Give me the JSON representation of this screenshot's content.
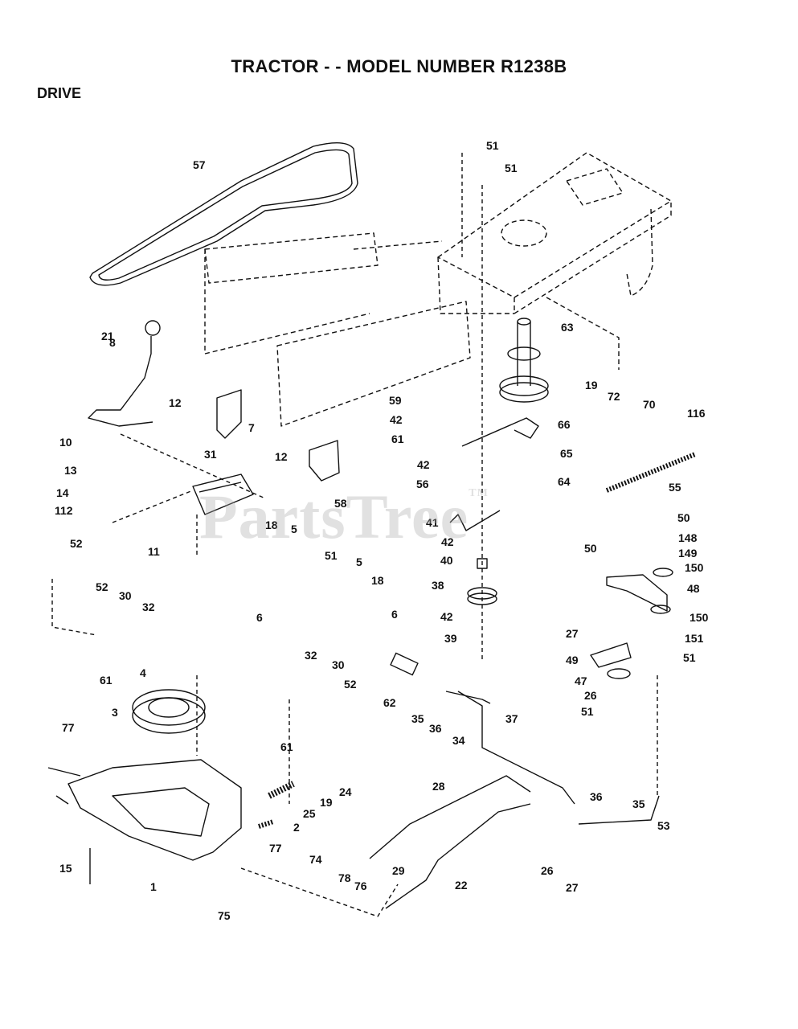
{
  "header": {
    "title": "TRACTOR - - MODEL NUMBER R1238B",
    "section": "DRIVE"
  },
  "watermark": {
    "text": "PartsTree",
    "tm": "TM"
  },
  "callouts": [
    "57",
    "51",
    "51",
    "63",
    "19",
    "72",
    "70",
    "116",
    "21",
    "8",
    "12",
    "10",
    "31",
    "7",
    "59",
    "42",
    "61",
    "66",
    "42",
    "56",
    "65",
    "64",
    "55",
    "13",
    "14",
    "112",
    "12",
    "58",
    "41",
    "50",
    "148",
    "149",
    "150",
    "48",
    "150",
    "151",
    "51",
    "50",
    "42",
    "40",
    "38",
    "42",
    "39",
    "11",
    "52",
    "52",
    "30",
    "32",
    "61",
    "4",
    "18",
    "5",
    "51",
    "5",
    "18",
    "6",
    "6",
    "27",
    "49",
    "47",
    "26",
    "51",
    "3",
    "32",
    "30",
    "52",
    "61",
    "62",
    "35",
    "36",
    "34",
    "37",
    "77",
    "19",
    "24",
    "25",
    "2",
    "28",
    "36",
    "35",
    "53",
    "77",
    "29",
    "26",
    "27",
    "74",
    "15",
    "1",
    "78",
    "76",
    "22",
    "75"
  ],
  "colors": {
    "ink": "#111111",
    "watermark": "#aaaaaa",
    "background": "#ffffff"
  }
}
